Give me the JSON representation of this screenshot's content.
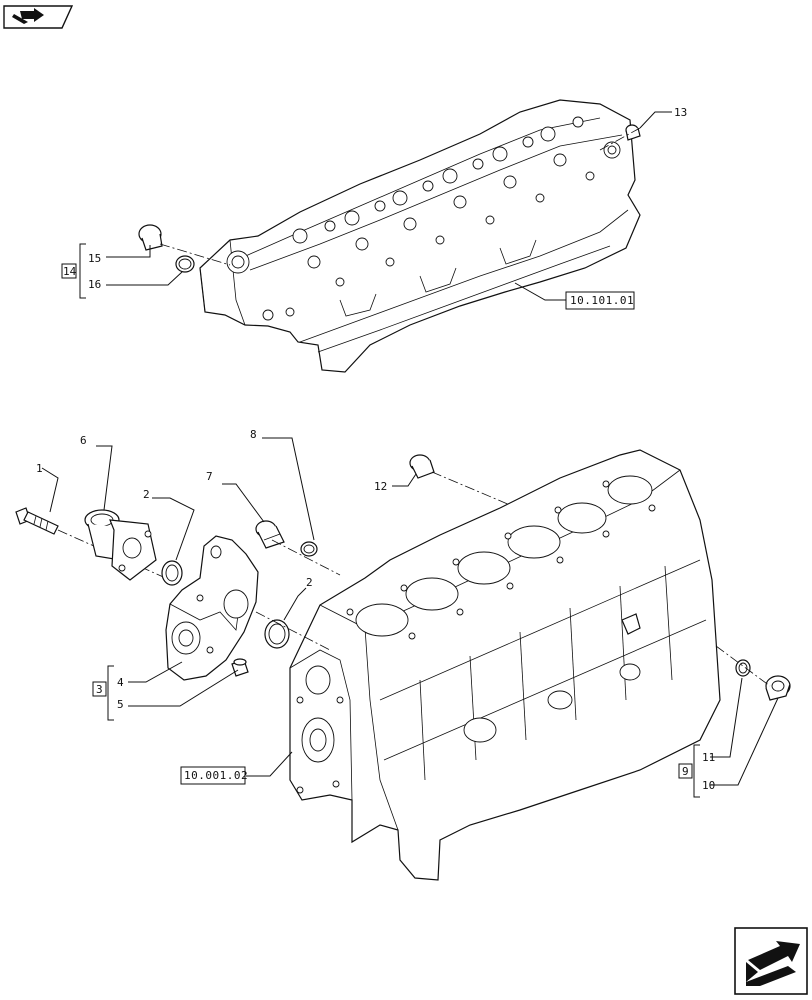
{
  "nav": {
    "top_icon": "book-arrow-icon",
    "bottom_icon": "next-page-arrow-icon"
  },
  "callouts": {
    "c1": "1",
    "c2a": "2",
    "c2b": "2",
    "c4": "4",
    "c5": "5",
    "c6": "6",
    "c7": "7",
    "c8": "8",
    "c10": "10",
    "c11": "11",
    "c12": "12",
    "c13": "13",
    "c15": "15",
    "c16": "16"
  },
  "groups": {
    "g3": "3",
    "g9": "9",
    "g14": "14"
  },
  "refs": {
    "cylinder_head": "10.101.01",
    "engine_block": "10.001.02"
  }
}
